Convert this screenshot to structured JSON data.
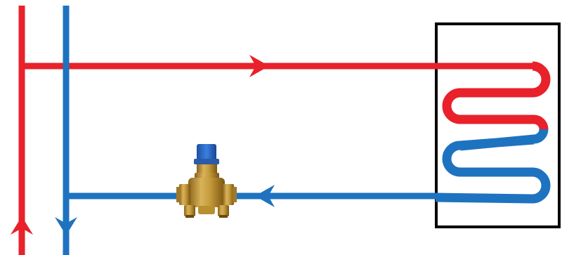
{
  "diagram": {
    "kind": "heating-circuit-schematic",
    "colors": {
      "supply": "#e8212a",
      "return": "#1e73c0",
      "tank_outline": "#000000",
      "background": "#ffffff",
      "valve_brass": "#c49a3a",
      "valve_brass_dark": "#8a6418",
      "valve_cap": "#2f6fd0"
    },
    "components": [
      {
        "id": "supply-riser",
        "type": "pipe",
        "medium": "supply",
        "flow": "up"
      },
      {
        "id": "return-riser",
        "type": "pipe",
        "medium": "return",
        "flow": "down"
      },
      {
        "id": "supply-branch",
        "type": "pipe",
        "medium": "supply",
        "flow": "right"
      },
      {
        "id": "return-branch",
        "type": "pipe",
        "medium": "return",
        "flow": "left"
      },
      {
        "id": "tank",
        "type": "storage-tank-with-coil"
      },
      {
        "id": "valve",
        "type": "balancing-valve",
        "icon": "brass-valve-icon"
      }
    ]
  }
}
